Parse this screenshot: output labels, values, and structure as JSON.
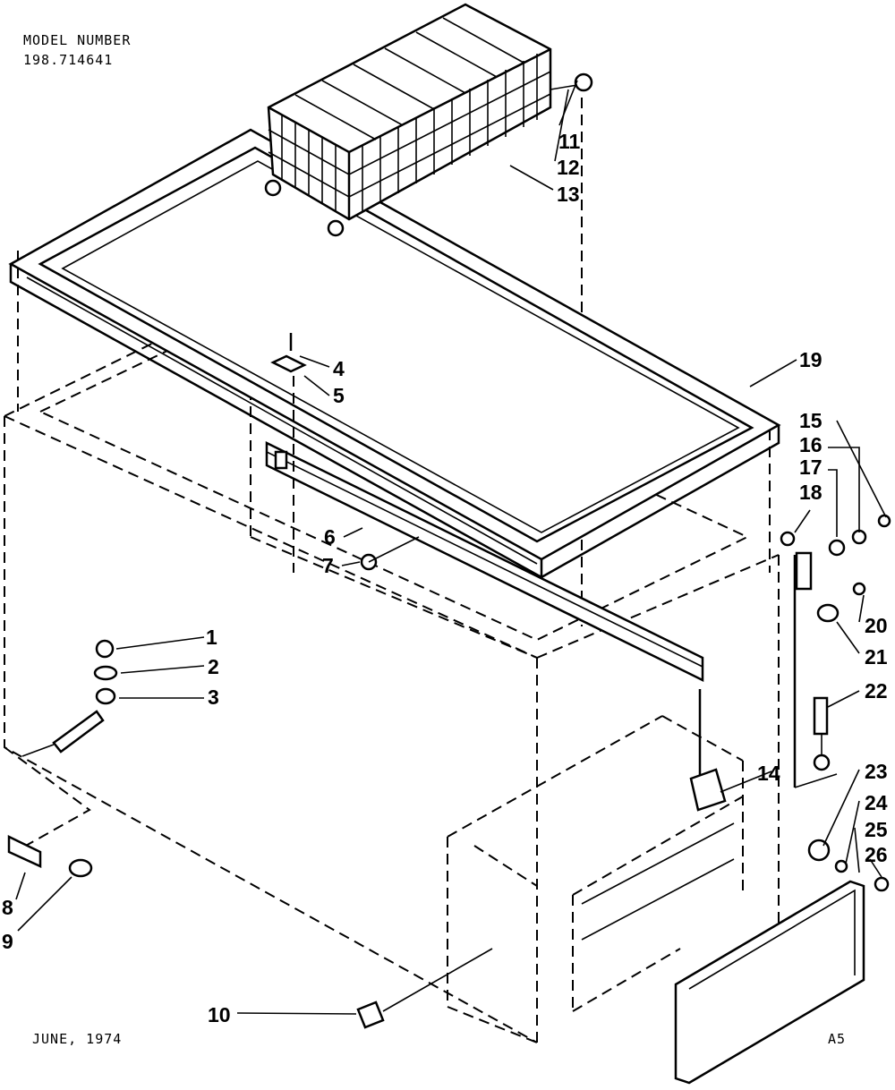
{
  "header": {
    "model_label": "MODEL NUMBER",
    "model_number": "198.714641"
  },
  "footer": {
    "date": "JUNE, 1974",
    "code": "A5"
  },
  "callouts": [
    "1",
    "2",
    "3",
    "4",
    "5",
    "6",
    "7",
    "8",
    "9",
    "10",
    "11",
    "12",
    "13",
    "14",
    "15",
    "16",
    "17",
    "18",
    "19",
    "20",
    "21",
    "22",
    "23",
    "24",
    "25",
    "26"
  ]
}
